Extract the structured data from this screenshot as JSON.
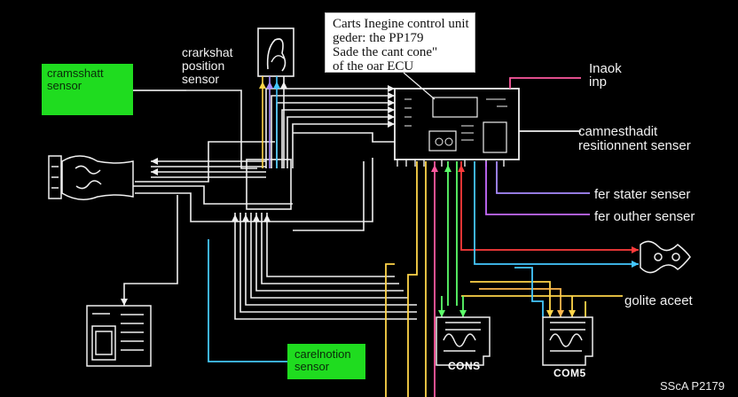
{
  "callout": {
    "lines": [
      "Carts Inegine control unit",
      "geder: the PP179",
      "Sade the cant cone\"",
      "of the oar ECU"
    ]
  },
  "labels": {
    "crank_sensor": [
      "crarkshat",
      "position",
      "sensor"
    ],
    "cam_sensor_box": [
      "cramsshatt",
      "sensor"
    ],
    "inack": [
      "Inaok",
      "inp"
    ],
    "cam_reposition": [
      "camnesthadit",
      "resitionnent senser"
    ],
    "fer_stater": "fer stater senser",
    "fer_outher": "fer outher senser",
    "golite": "golite aceet",
    "carelnotion": [
      "carelnotion",
      "sensor"
    ],
    "conn_left": "CONS",
    "conn_right": "COM5",
    "corner_code": "SScA P2179"
  },
  "colors": {
    "background": "#000000",
    "wire": "#f0f0f0",
    "green_box": "#1fdc1f",
    "pink": "#ff5aa0",
    "red": "#ff3b3b",
    "yellow": "#ffd54a",
    "green": "#5cff6a",
    "cyan": "#45c8ff",
    "violet": "#a98cff",
    "purple": "#c76bff",
    "orange": "#ffb84d"
  }
}
